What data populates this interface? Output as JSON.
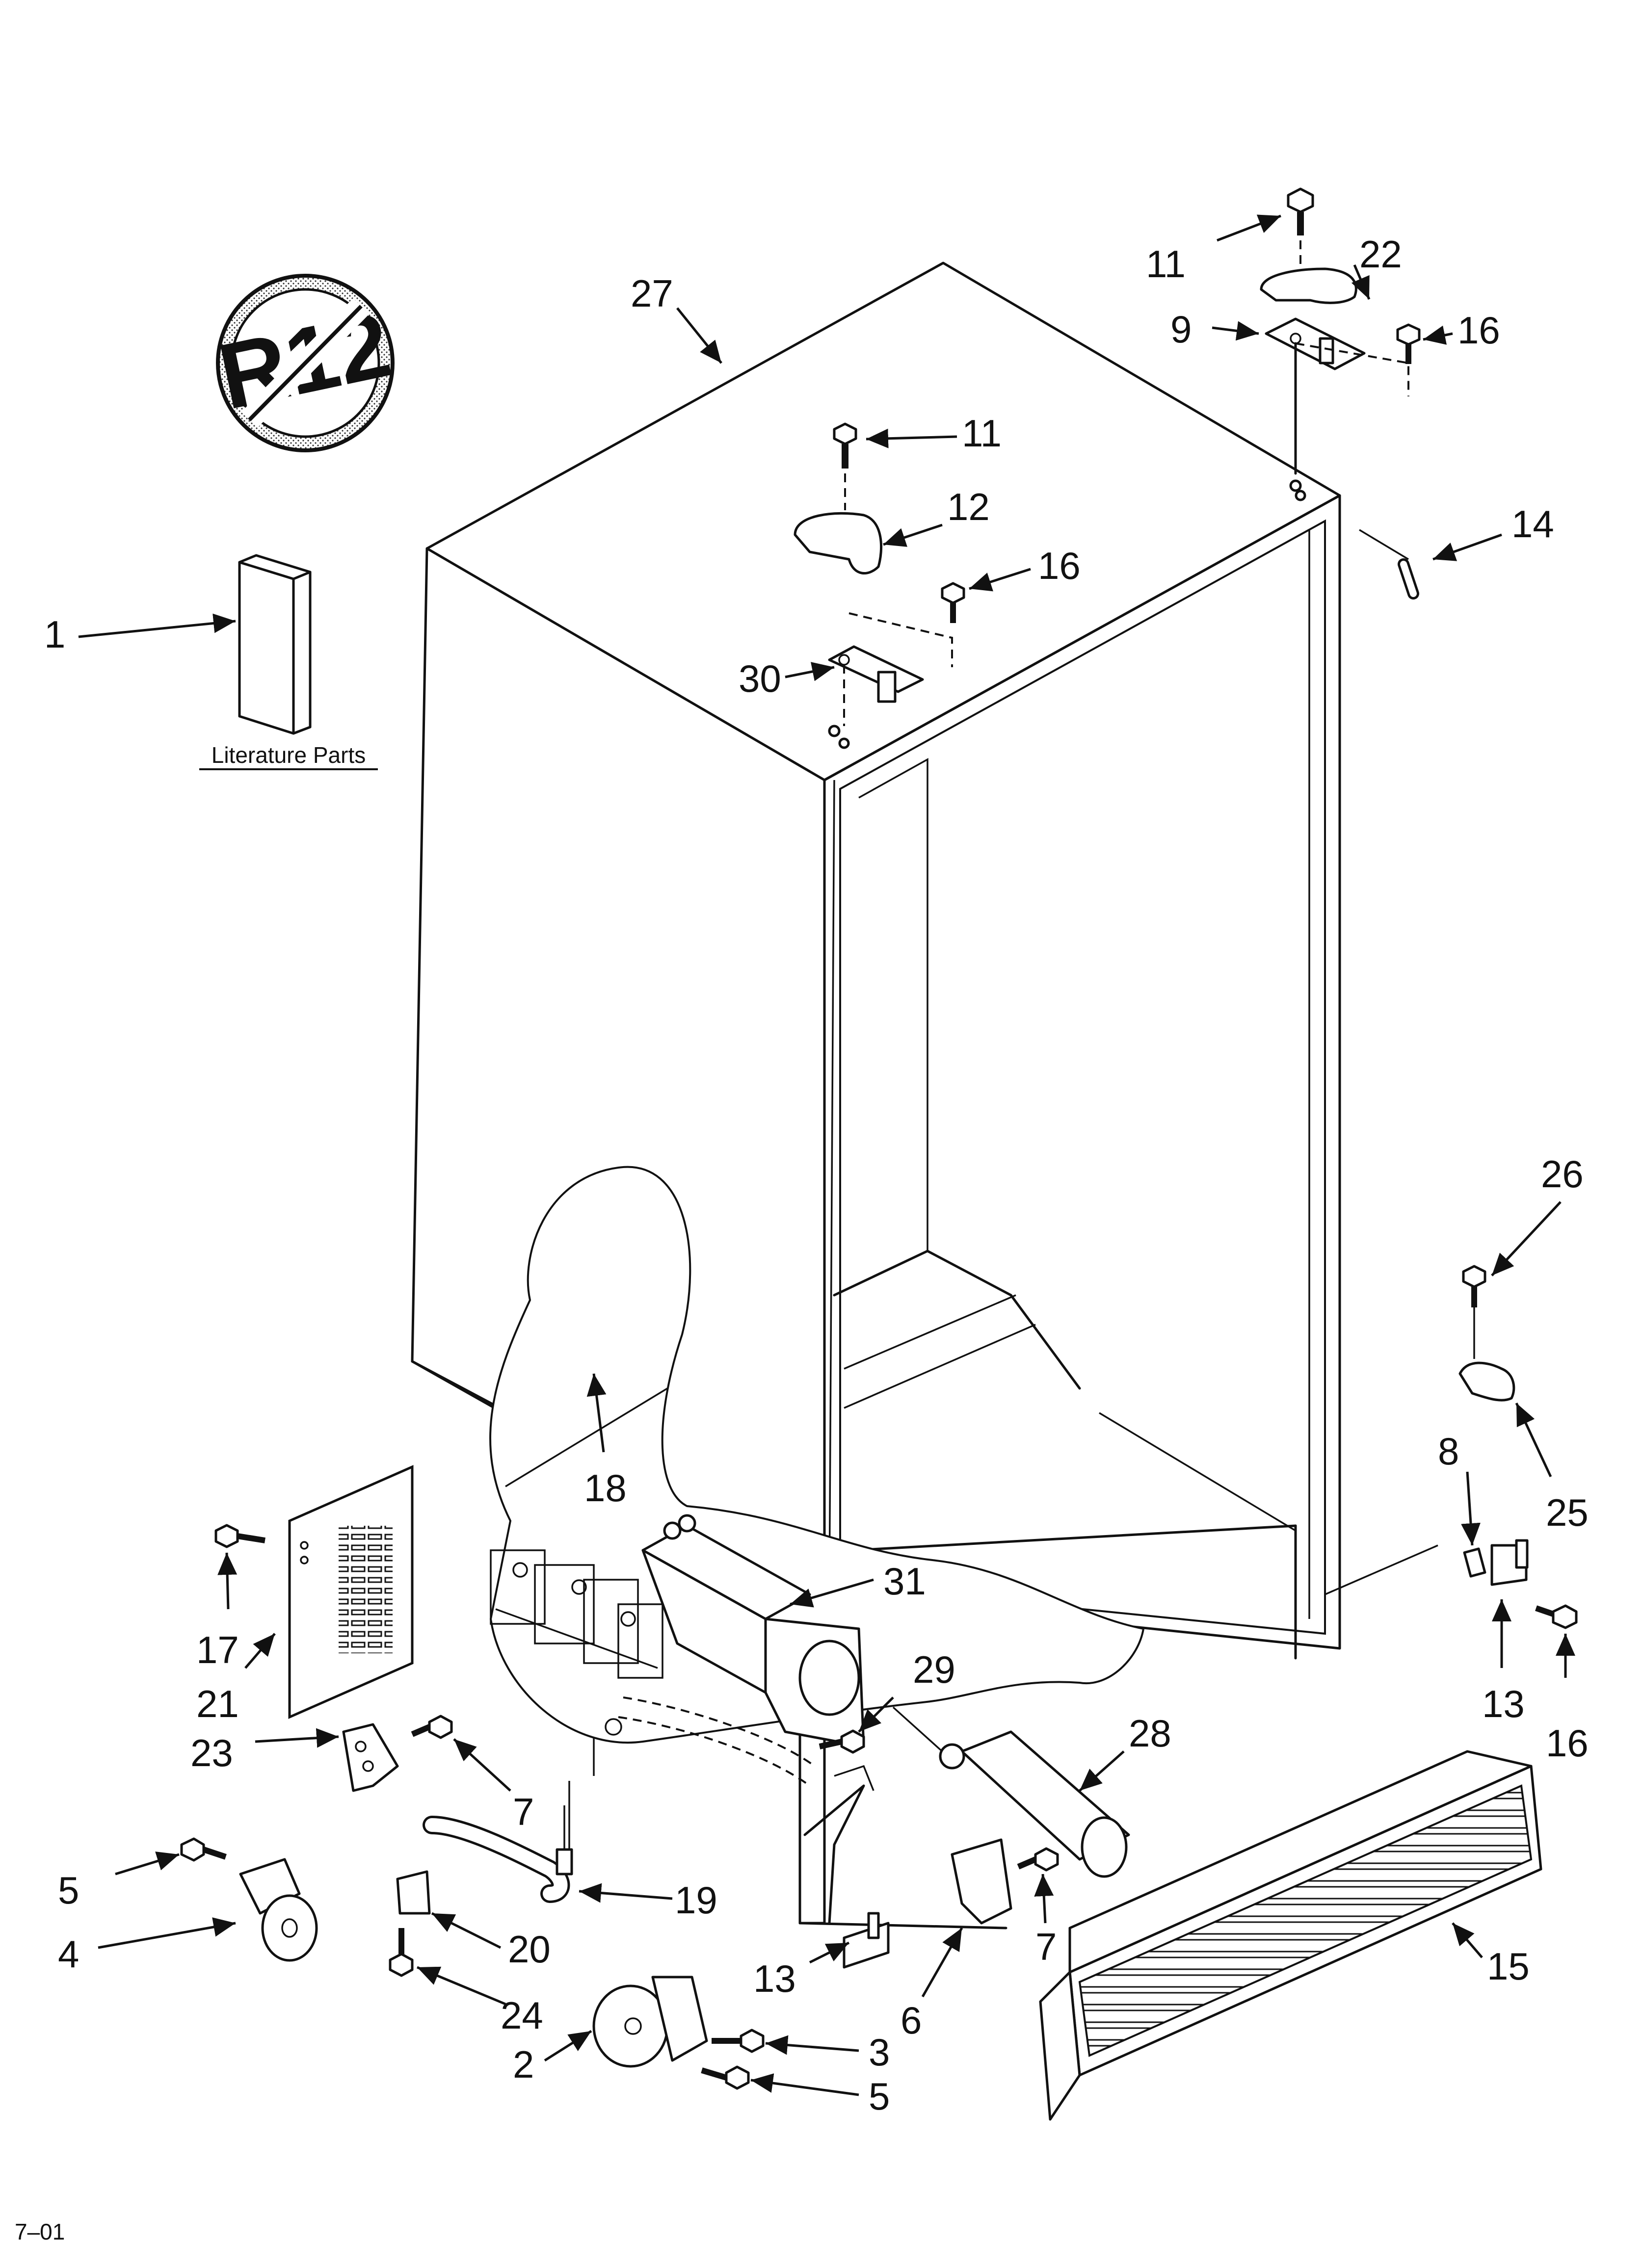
{
  "footer_code": "7–01",
  "logo": {
    "text": "R12",
    "meaning": "no-R12-refrigerant"
  },
  "literature_caption": "Literature Parts",
  "callouts": [
    "1",
    "27",
    "11",
    "22",
    "16",
    "9",
    "11",
    "12",
    "16",
    "14",
    "30",
    "26",
    "8",
    "25",
    "13",
    "16",
    "18",
    "31",
    "29",
    "28",
    "17",
    "21",
    "23",
    "7",
    "5",
    "4",
    "19",
    "20",
    "24",
    "13",
    "6",
    "7",
    "15",
    "2",
    "3",
    "5"
  ]
}
